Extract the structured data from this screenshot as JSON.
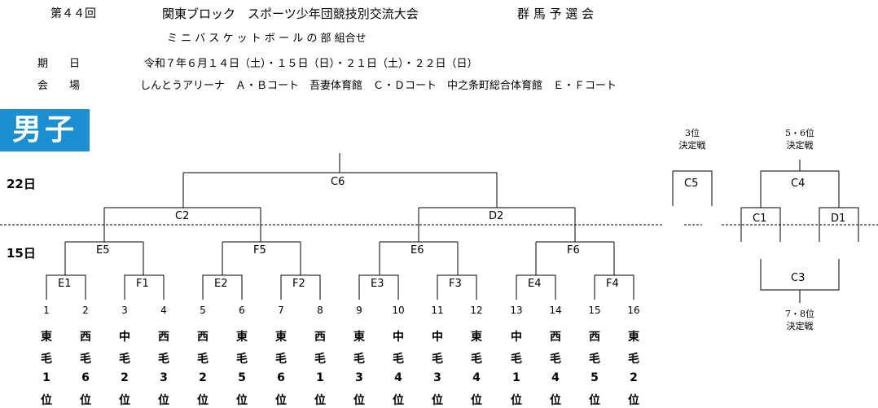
{
  "header": {
    "edition": "第４４回",
    "title": "関東ブロック　スポーツ少年団競技別交流大会",
    "qualifier": "群 馬 予 選 会",
    "subtitle": "ミ ニ バ ス ケ ッ ト ボ ー ル の 部 組合せ",
    "date_label": "期　　日",
    "date_value": "令和７年６月１４日（土）・１５日（日）・２１日（土）・２２日（日）",
    "venue_label": "会　　場",
    "venue_value": "しんとうアリーナ　Ａ・Ｂコート　吾妻体育館　Ｃ・Ｄコート　中之条町総合体育館　Ｅ・Ｆコート"
  },
  "division": "男子",
  "days": {
    "day22": "22日",
    "day15": "15日"
  },
  "matches": {
    "C6": "C6",
    "C2": "C2",
    "D2": "D2",
    "E5": "E5",
    "F5": "F5",
    "E6": "E6",
    "F6": "F6",
    "E1": "E1",
    "F1": "F1",
    "E2": "E2",
    "F2": "F2",
    "E3": "E3",
    "F3": "F3",
    "E4": "E4",
    "F4": "F4",
    "C5": "C5",
    "C4": "C4",
    "C1": "C1",
    "D1": "D1",
    "C3": "C3"
  },
  "placement": {
    "third": "3位\n決定戦",
    "fifth_sixth": "5・6位\n決定戦",
    "seventh_eighth": "7・8位\n決定戦"
  },
  "teams": [
    {
      "no": "1",
      "region": "東",
      "sub": "毛",
      "rank": "1",
      "pos": "位"
    },
    {
      "no": "2",
      "region": "西",
      "sub": "毛",
      "rank": "6",
      "pos": "位"
    },
    {
      "no": "3",
      "region": "中",
      "sub": "毛",
      "rank": "2",
      "pos": "位"
    },
    {
      "no": "4",
      "region": "西",
      "sub": "毛",
      "rank": "3",
      "pos": "位"
    },
    {
      "no": "5",
      "region": "西",
      "sub": "毛",
      "rank": "2",
      "pos": "位"
    },
    {
      "no": "6",
      "region": "東",
      "sub": "毛",
      "rank": "5",
      "pos": "位"
    },
    {
      "no": "7",
      "region": "東",
      "sub": "毛",
      "rank": "6",
      "pos": "位"
    },
    {
      "no": "8",
      "region": "西",
      "sub": "毛",
      "rank": "1",
      "pos": "位"
    },
    {
      "no": "9",
      "region": "東",
      "sub": "毛",
      "rank": "3",
      "pos": "位"
    },
    {
      "no": "10",
      "region": "中",
      "sub": "毛",
      "rank": "4",
      "pos": "位"
    },
    {
      "no": "11",
      "region": "中",
      "sub": "毛",
      "rank": "3",
      "pos": "位"
    },
    {
      "no": "12",
      "region": "東",
      "sub": "毛",
      "rank": "4",
      "pos": "位"
    },
    {
      "no": "13",
      "region": "中",
      "sub": "毛",
      "rank": "1",
      "pos": "位"
    },
    {
      "no": "14",
      "region": "西",
      "sub": "毛",
      "rank": "4",
      "pos": "位"
    },
    {
      "no": "15",
      "region": "西",
      "sub": "毛",
      "rank": "5",
      "pos": "位"
    },
    {
      "no": "16",
      "region": "東",
      "sub": "毛",
      "rank": "2",
      "pos": "位"
    }
  ]
}
